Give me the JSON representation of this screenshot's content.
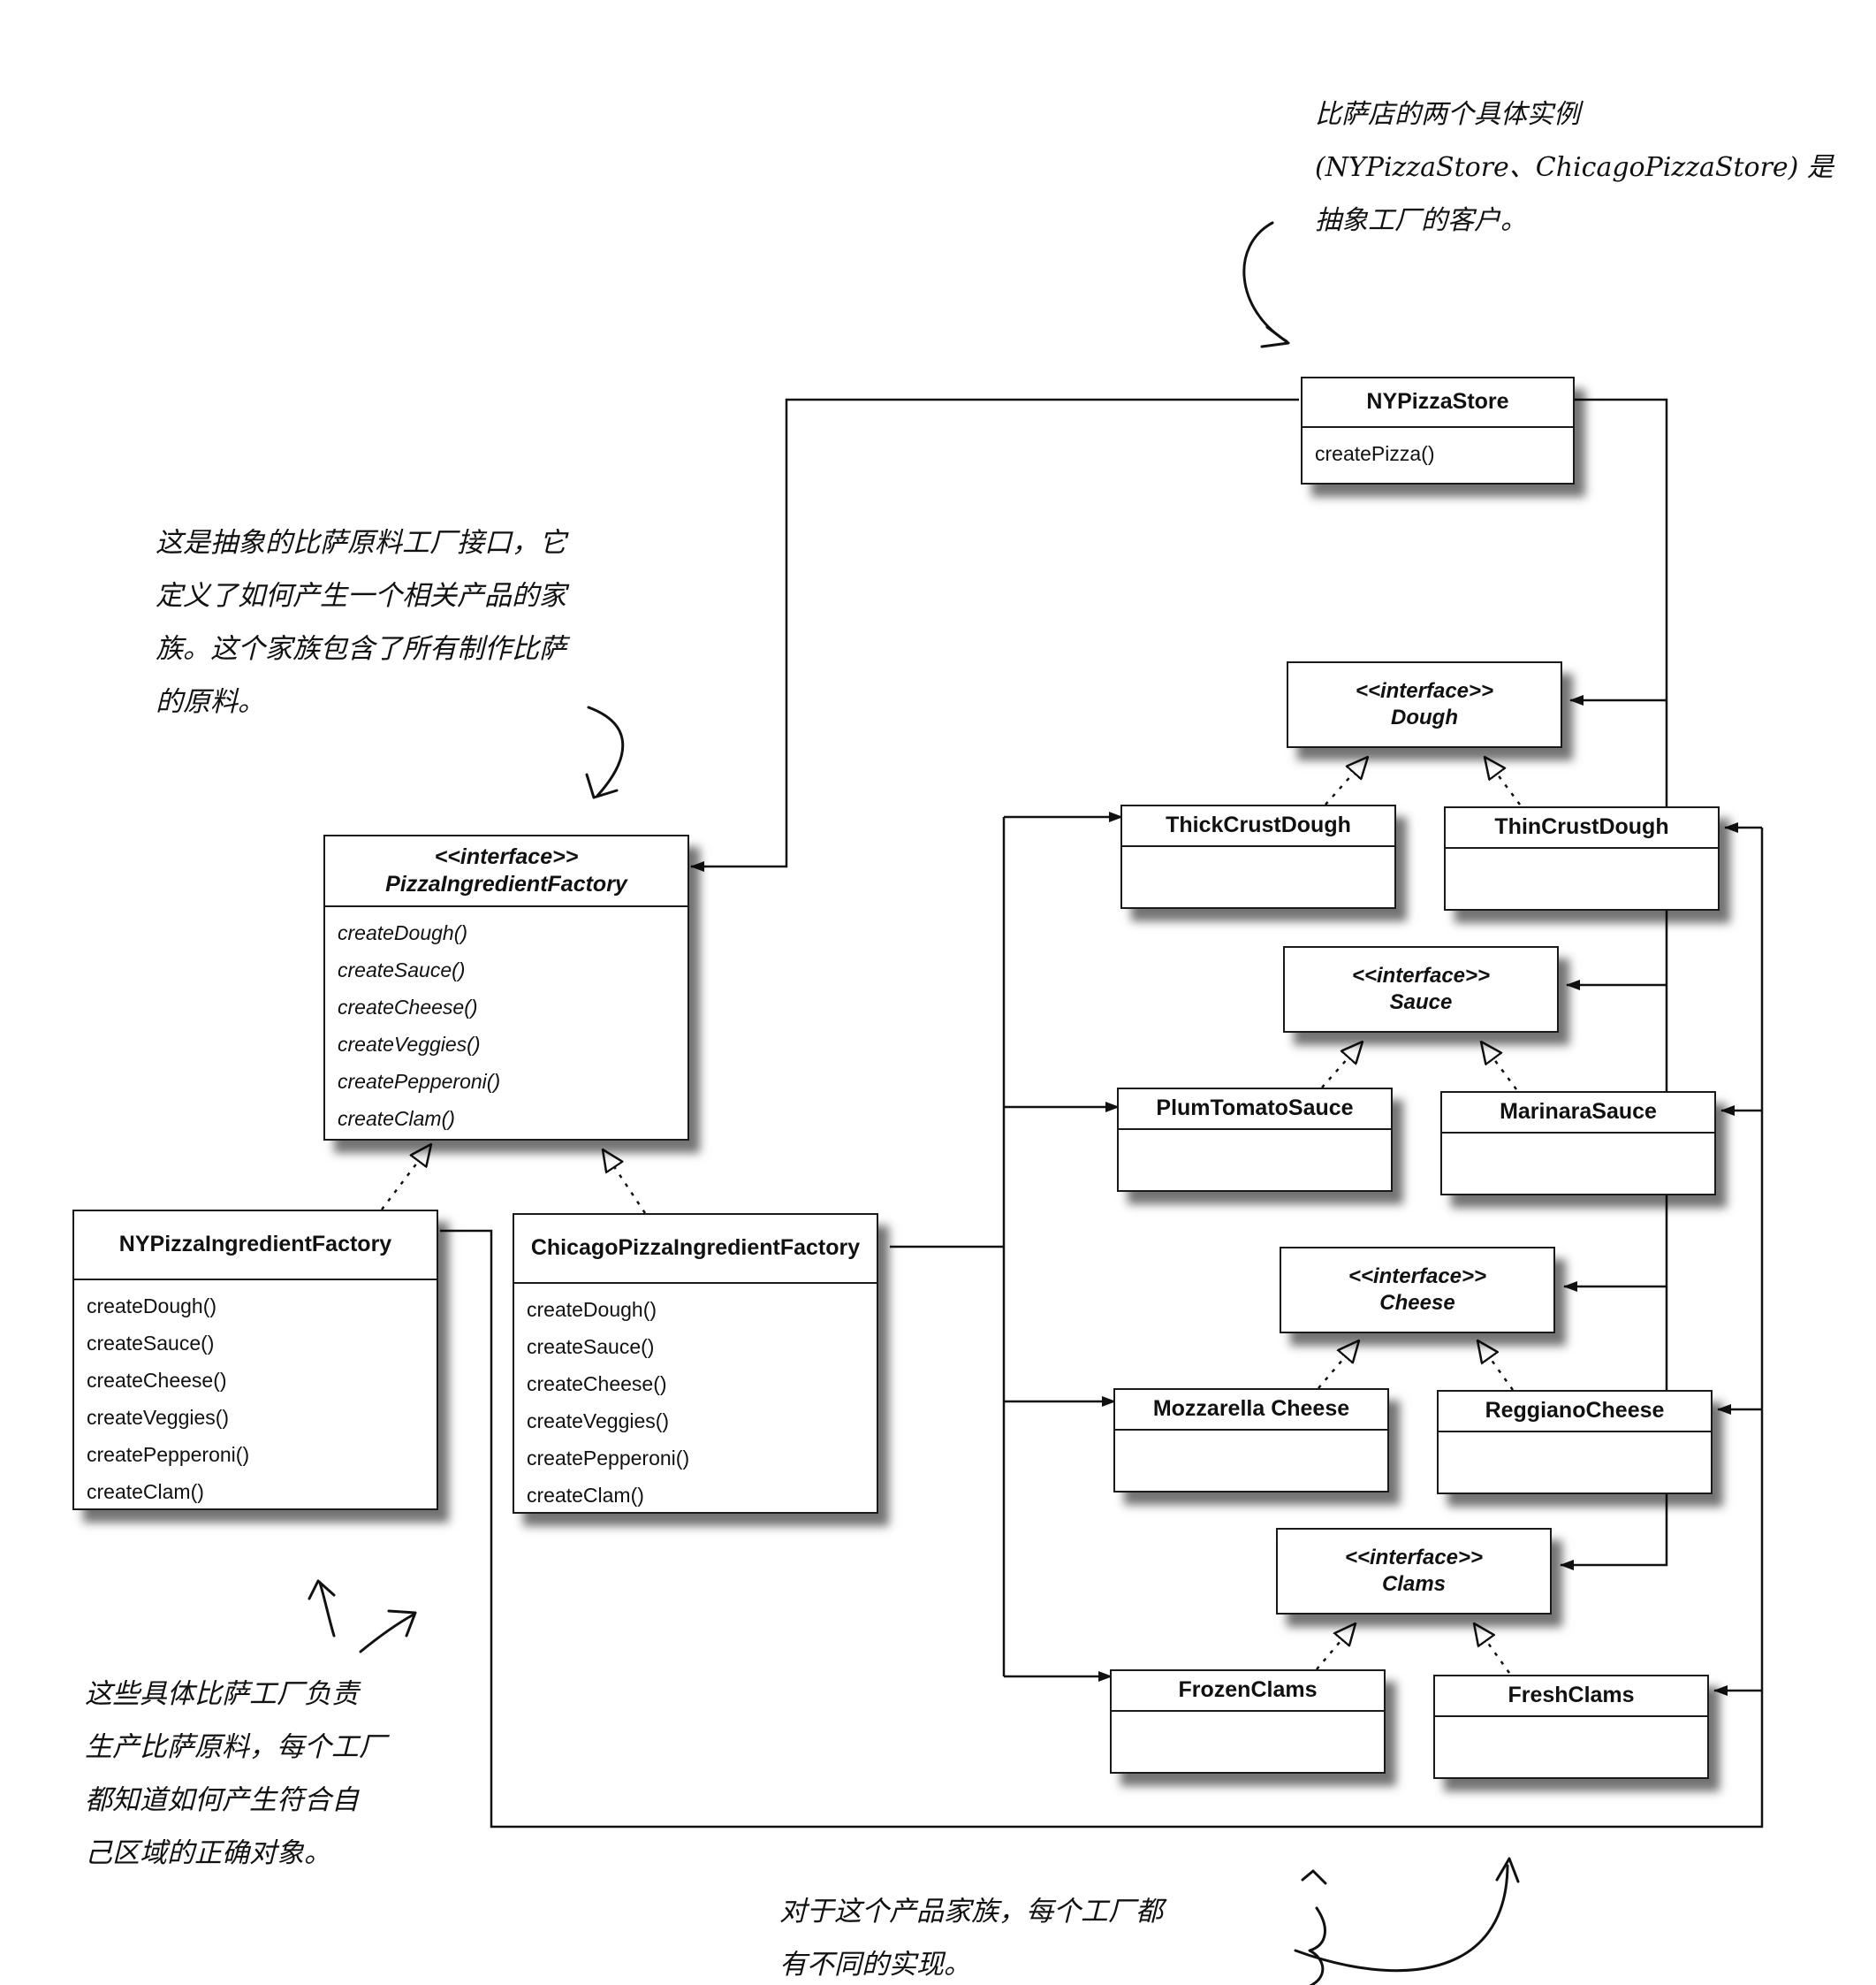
{
  "annotations": {
    "clients": [
      "比萨店的两个具体实例",
      "(NYPizzaStore、ChicagoPizzaStore) 是",
      "抽象工厂的客户。"
    ],
    "abstract_factory": [
      "这是抽象的比萨原料工厂接口，它",
      "定义了如何产生一个相关产品的家",
      "族。这个家族包含了所有制作比萨",
      "的原料。"
    ],
    "concrete_factories": [
      "这些具体比萨工厂负责",
      "生产比萨原料，每个工厂",
      "都知道如何产生符合自",
      "己区域的正确对象。"
    ],
    "family": [
      "对于这个产品家族，每个工厂都",
      "有不同的实现。"
    ]
  },
  "classes": {
    "ny_store": {
      "name": "NYPizzaStore",
      "methods": [
        "createPizza()"
      ]
    },
    "ingredient_factory": {
      "stereotype": "<<interface>>",
      "name": "PizzaIngredientFactory",
      "methods": [
        "createDough()",
        "createSauce()",
        "createCheese()",
        "createVeggies()",
        "createPepperoni()",
        "createClam()"
      ]
    },
    "ny_factory": {
      "name": "NYPizzaIngredientFactory",
      "methods": [
        "createDough()",
        "createSauce()",
        "createCheese()",
        "createVeggies()",
        "createPepperoni()",
        "createClam()"
      ]
    },
    "chicago_factory": {
      "name": "ChicagoPizzaIngredientFactory",
      "methods": [
        "createDough()",
        "createSauce()",
        "createCheese()",
        "createVeggies()",
        "createPepperoni()",
        "createClam()"
      ]
    },
    "dough": {
      "stereotype": "<<interface>>",
      "name": "Dough"
    },
    "thick_crust": {
      "name": "ThickCrustDough"
    },
    "thin_crust": {
      "name": "ThinCrustDough"
    },
    "sauce": {
      "stereotype": "<<interface>>",
      "name": "Sauce"
    },
    "plum_tomato": {
      "name": "PlumTomatoSauce"
    },
    "marinara": {
      "name": "MarinaraSauce"
    },
    "cheese": {
      "stereotype": "<<interface>>",
      "name": "Cheese"
    },
    "mozzarella": {
      "name": "Mozzarella Cheese"
    },
    "reggiano": {
      "name": "ReggianoCheese"
    },
    "clams": {
      "stereotype": "<<interface>>",
      "name": "Clams"
    },
    "frozen_clams": {
      "name": "FrozenClams"
    },
    "fresh_clams": {
      "name": "FreshClams"
    }
  }
}
